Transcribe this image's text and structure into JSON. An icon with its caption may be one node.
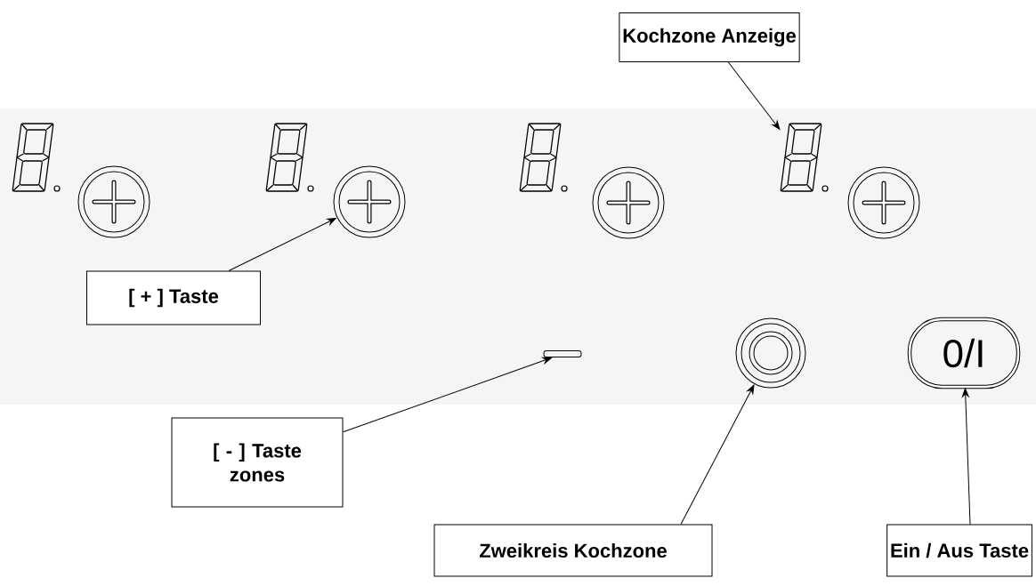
{
  "diagram": {
    "nodes": [
      {
        "text": [
          "Kochzone Anzeige"
        ]
      },
      {
        "text": [],
        "shape": "display"
      },
      {
        "text": [],
        "shape": "circle"
      },
      {
        "text": [],
        "shape": "display"
      },
      {
        "text": [],
        "shape": "circle"
      },
      {
        "text": [],
        "shape": "display"
      },
      {
        "text": [],
        "shape": "circle"
      },
      {
        "text": [],
        "shape": "display"
      },
      {
        "text": [],
        "shape": "circle"
      },
      {
        "text": [
          "[ + ] Taste"
        ]
      },
      {
        "text": [],
        "shape": "bar"
      },
      {
        "text": [],
        "shape": "circle"
      },
      {
        "text": [
          "0/I"
        ]
      },
      {
        "text": [
          "[ - ] Taste zones"
        ]
      },
      {
        "text": [
          "Zweikreis Kochzone"
        ]
      },
      {
        "text": [
          "Ein / Aus Taste"
        ]
      }
    ],
    "edges": [
      {
        "from": 0,
        "to": 7,
        "arrow": "to"
      },
      {
        "from": 9,
        "to": 4,
        "arrow": "to"
      },
      {
        "from": 13,
        "to": 10,
        "arrow": "to"
      },
      {
        "from": 14,
        "to": 11,
        "arrow": "to"
      },
      {
        "from": 15,
        "to": 12,
        "arrow": "to"
      }
    ]
  }
}
